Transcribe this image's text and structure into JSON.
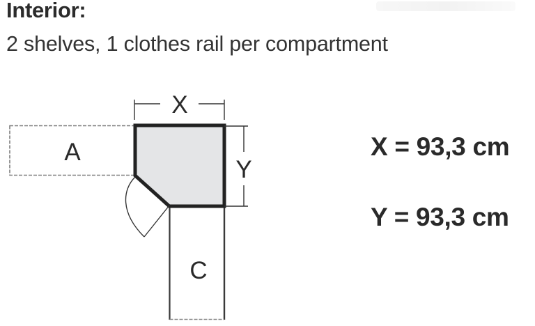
{
  "header": {
    "title": "Interior:",
    "description": "2 shelves, 1 clothes rail per compartment"
  },
  "diagram": {
    "labels": {
      "left_unit": "A",
      "bottom_unit": "C",
      "width_symbol": "X",
      "depth_symbol": "Y"
    },
    "colors": {
      "corner_fill": "#e4e5e7",
      "outline": "#222222",
      "adjacent_outline": "#8a8a8a"
    }
  },
  "dimensions": {
    "x": "X = 93,3 cm",
    "y": "Y = 93,3 cm"
  }
}
